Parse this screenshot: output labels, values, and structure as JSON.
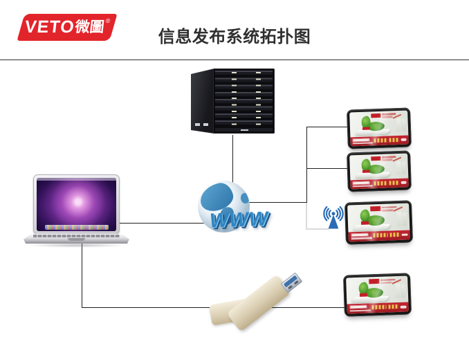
{
  "header": {
    "logo": {
      "brand": "VETO",
      "brand_cn": "微圖",
      "registered": "®"
    },
    "title": "信息发布系统拓扑图"
  },
  "diagram": {
    "www_label": "WWW",
    "nodes": [
      {
        "name": "publish-server"
      },
      {
        "name": "admin-laptop"
      },
      {
        "name": "internet-globe"
      },
      {
        "name": "usb-flash-drive"
      },
      {
        "name": "wifi-signal"
      },
      {
        "name": "signage-screen-1"
      },
      {
        "name": "signage-screen-2"
      },
      {
        "name": "signage-screen-3"
      },
      {
        "name": "signage-screen-4"
      }
    ]
  },
  "colors": {
    "brand_red": "#e2242b",
    "title_text": "#2f2f2f",
    "line_dark": "#1f1f1f",
    "line_light": "#dadada",
    "wifi_blue": "#2b6cb5",
    "www_blue": "#2f86c4",
    "signage_red": "#c21f28"
  }
}
